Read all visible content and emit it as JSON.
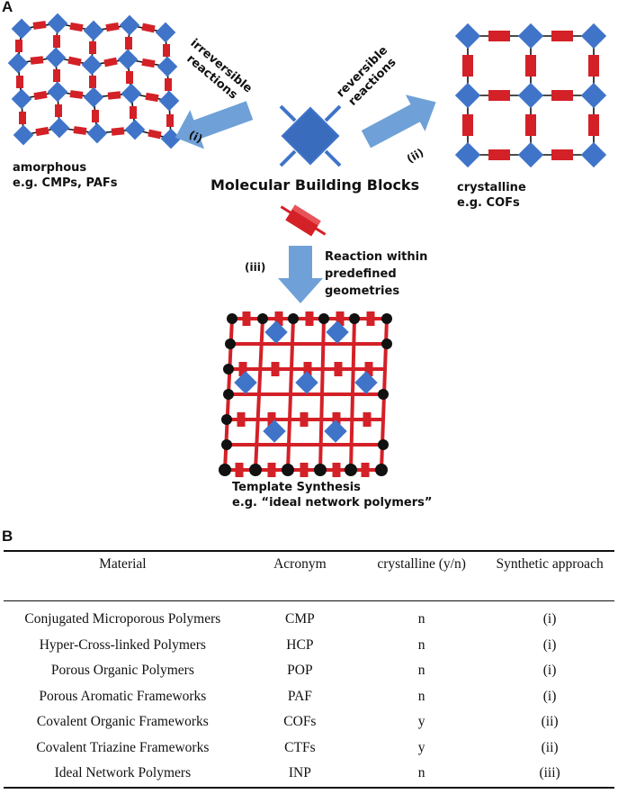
{
  "panel_a": {
    "label": "A",
    "arrow_left_label": [
      "irreversible",
      "reactions"
    ],
    "arrow_left_roman": "(i)",
    "arrow_right_label": [
      "reversible",
      "reactions"
    ],
    "arrow_right_roman": "(ii)",
    "arrow_down_roman": "(iii)",
    "arrow_down_label": [
      "Reaction within",
      "predefined",
      "geometries"
    ],
    "center_title": "Molecular Building Blocks",
    "amorphous": [
      "amorphous",
      "e.g. CMPs, PAFs"
    ],
    "crystalline": [
      "crystalline",
      "e.g. COFs"
    ],
    "template": [
      "Template Synthesis",
      "e.g. “ideal network polymers”"
    ]
  },
  "panel_b": {
    "label": "B",
    "headers": [
      "Material",
      "Acronym",
      "crystalline (y/n)",
      "Synthetic approach"
    ],
    "rows": [
      [
        "Conjugated Microporous Polymers",
        "CMP",
        "n",
        "(i)"
      ],
      [
        "Hyper-Cross-linked Polymers",
        "HCP",
        "n",
        "(i)"
      ],
      [
        "Porous Organic Polymers",
        "POP",
        "n",
        "(i)"
      ],
      [
        "Porous Aromatic Frameworks",
        "PAF",
        "n",
        "(i)"
      ],
      [
        "Covalent Organic Frameworks",
        "COFs",
        "y",
        "(ii)"
      ],
      [
        "Covalent Triazine Frameworks",
        "CTFs",
        "y",
        "(ii)"
      ],
      [
        "Ideal Network Polymers",
        "INP",
        "n",
        "(iii)"
      ]
    ]
  },
  "colors": {
    "node_blue": "#3f74c9",
    "linker_red": "#d42027",
    "arrow_blue": "#6fa1d8",
    "joint_black": "#111111"
  }
}
